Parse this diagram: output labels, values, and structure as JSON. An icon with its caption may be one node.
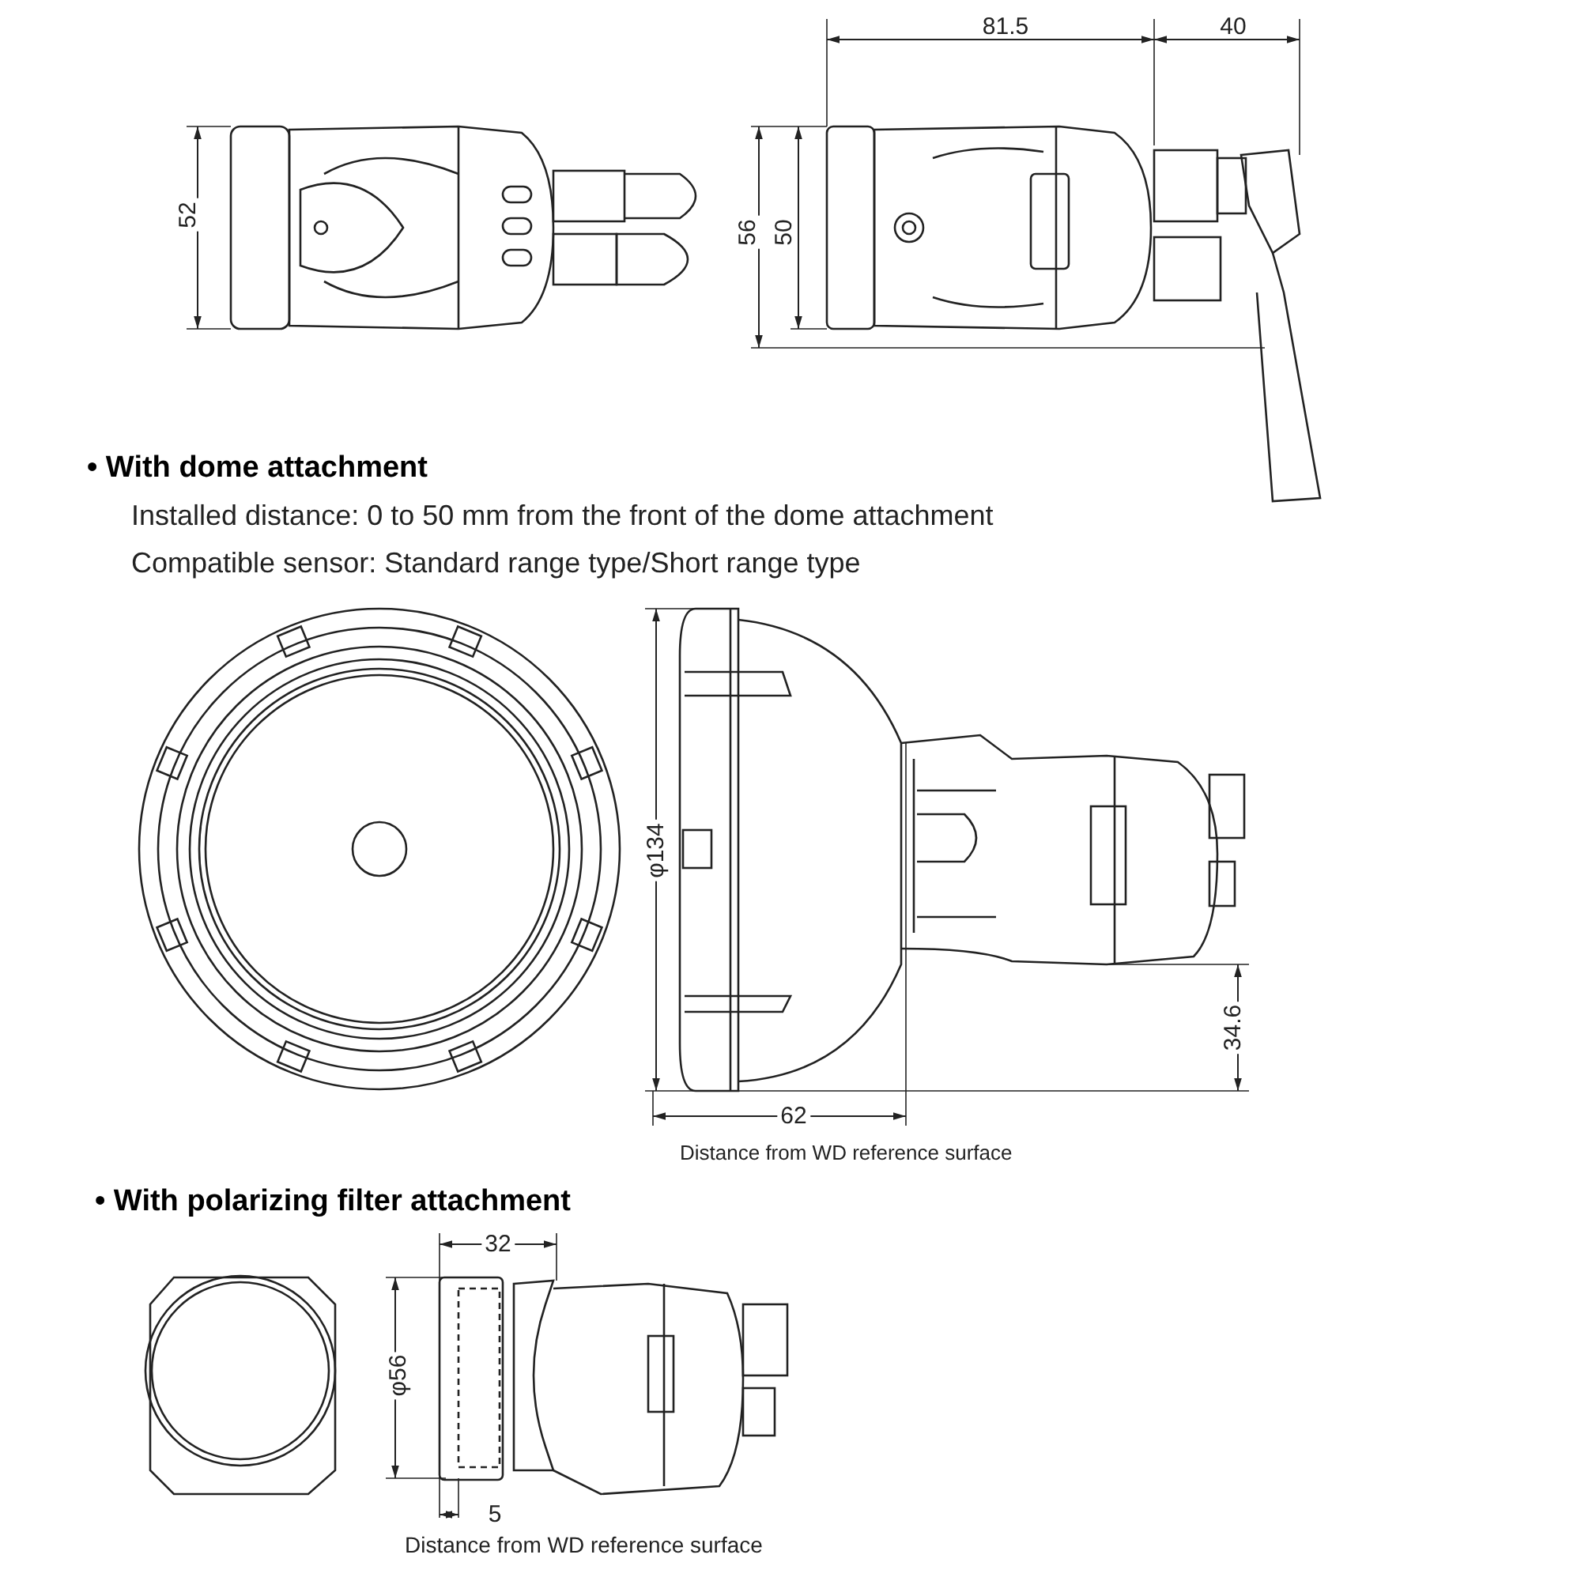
{
  "diagram": {
    "labels": [
      "81.5",
      "40",
      "52",
      "56",
      "50",
      "• With dome attachment",
      "Installed distance: 0 to 50 mm from the front of the dome attachment",
      "Compatible sensor: Standard range type/Short range type",
      "φ134",
      "34.6",
      "62",
      "Distance from WD reference surface",
      "• With polarizing filter attachment",
      "32",
      "φ56",
      "5",
      "Distance from WD reference surface"
    ]
  }
}
